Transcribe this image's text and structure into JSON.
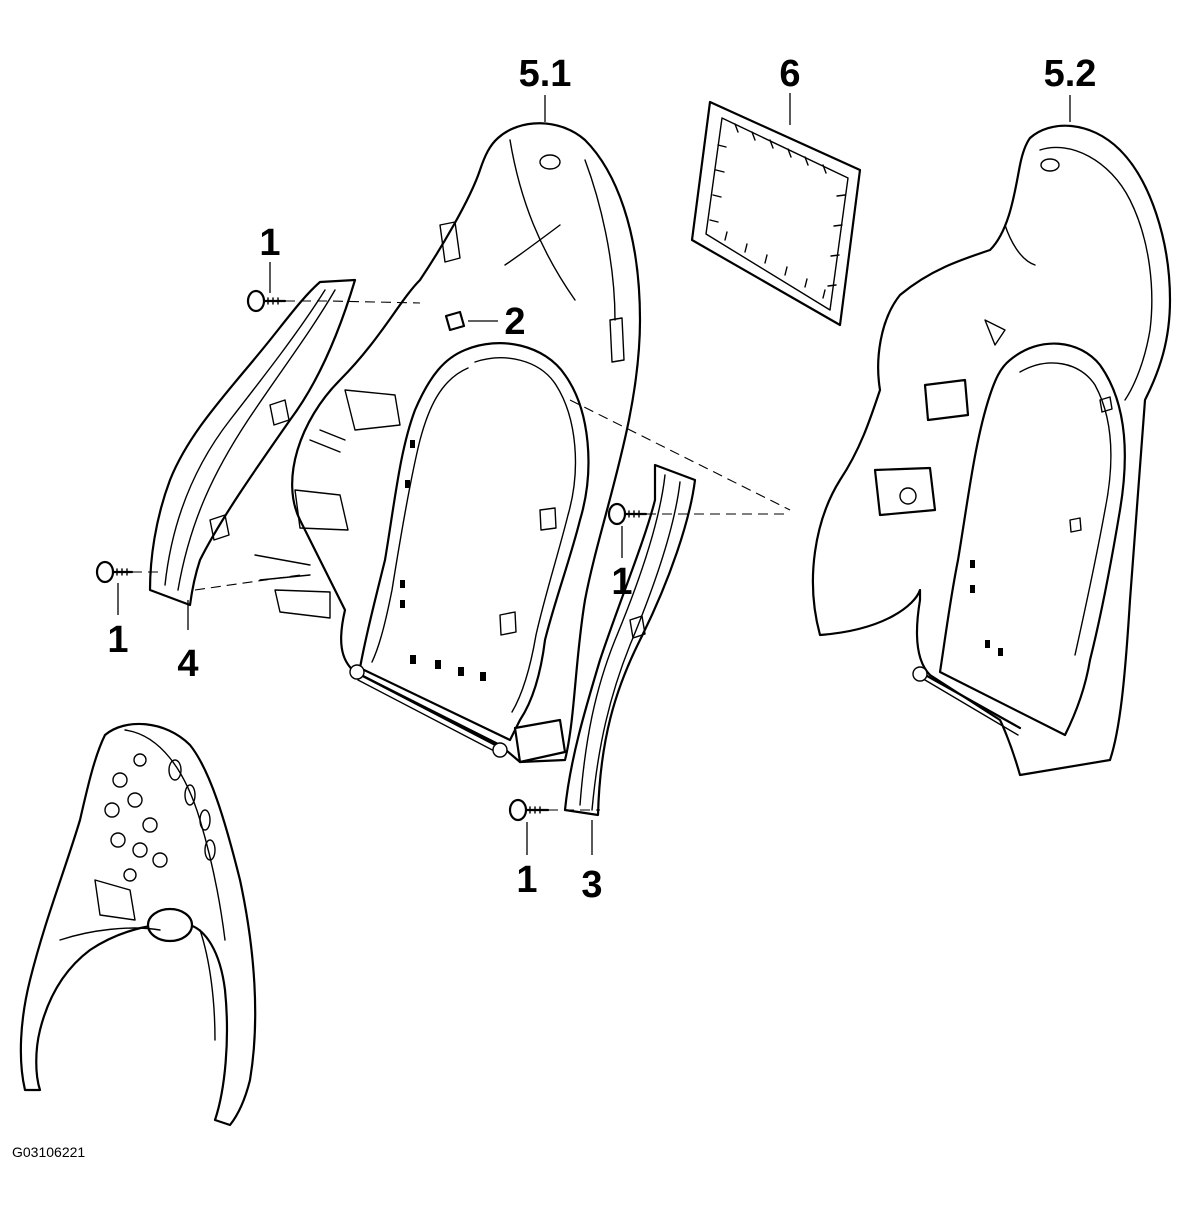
{
  "callouts": {
    "p5_1": "5.1",
    "p6": "6",
    "p5_2": "5.2",
    "p1_top": "1",
    "p2": "2",
    "p1_left": "1",
    "p4": "4",
    "p1_right": "1",
    "p1_bottom": "1",
    "p3": "3"
  },
  "figure_id": "G03106221"
}
